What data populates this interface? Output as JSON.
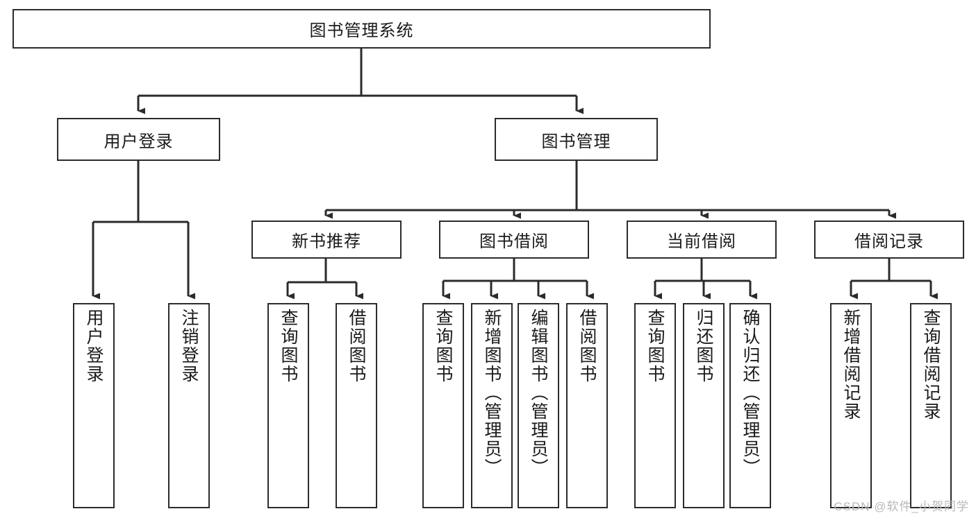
{
  "diagram": {
    "title": "图书管理系统",
    "type": "tree-hierarchy",
    "root": {
      "label": "图书管理系统"
    },
    "level2": [
      {
        "label": "用户登录"
      },
      {
        "label": "图书管理"
      }
    ],
    "level3": [
      {
        "label": "新书推荐"
      },
      {
        "label": "图书借阅"
      },
      {
        "label": "当前借阅"
      },
      {
        "label": "借阅记录"
      }
    ],
    "leaves": {
      "user_login": [
        {
          "label": "用户登录"
        },
        {
          "label": "注销登录"
        }
      ],
      "new_book_recommend": [
        {
          "label": "查询图书"
        },
        {
          "label": "借阅图书"
        }
      ],
      "book_borrow": [
        {
          "label": "查询图书"
        },
        {
          "label": "新增图书（管理员）"
        },
        {
          "label": "编辑图书（管理员）"
        },
        {
          "label": "借阅图书"
        }
      ],
      "current_borrow": [
        {
          "label": "查询图书"
        },
        {
          "label": "归还图书"
        },
        {
          "label": "确认归还（管理员）"
        }
      ],
      "borrow_record": [
        {
          "label": "新增借阅记录"
        },
        {
          "label": "查询借阅记录"
        }
      ]
    }
  },
  "watermark": {
    "text": "CSDN @软件_小贺同学"
  },
  "colors": {
    "stroke": "#2b2b2b",
    "background": "#ffffff",
    "text": "#1a1a1a",
    "watermark": "#b8b8b8"
  }
}
